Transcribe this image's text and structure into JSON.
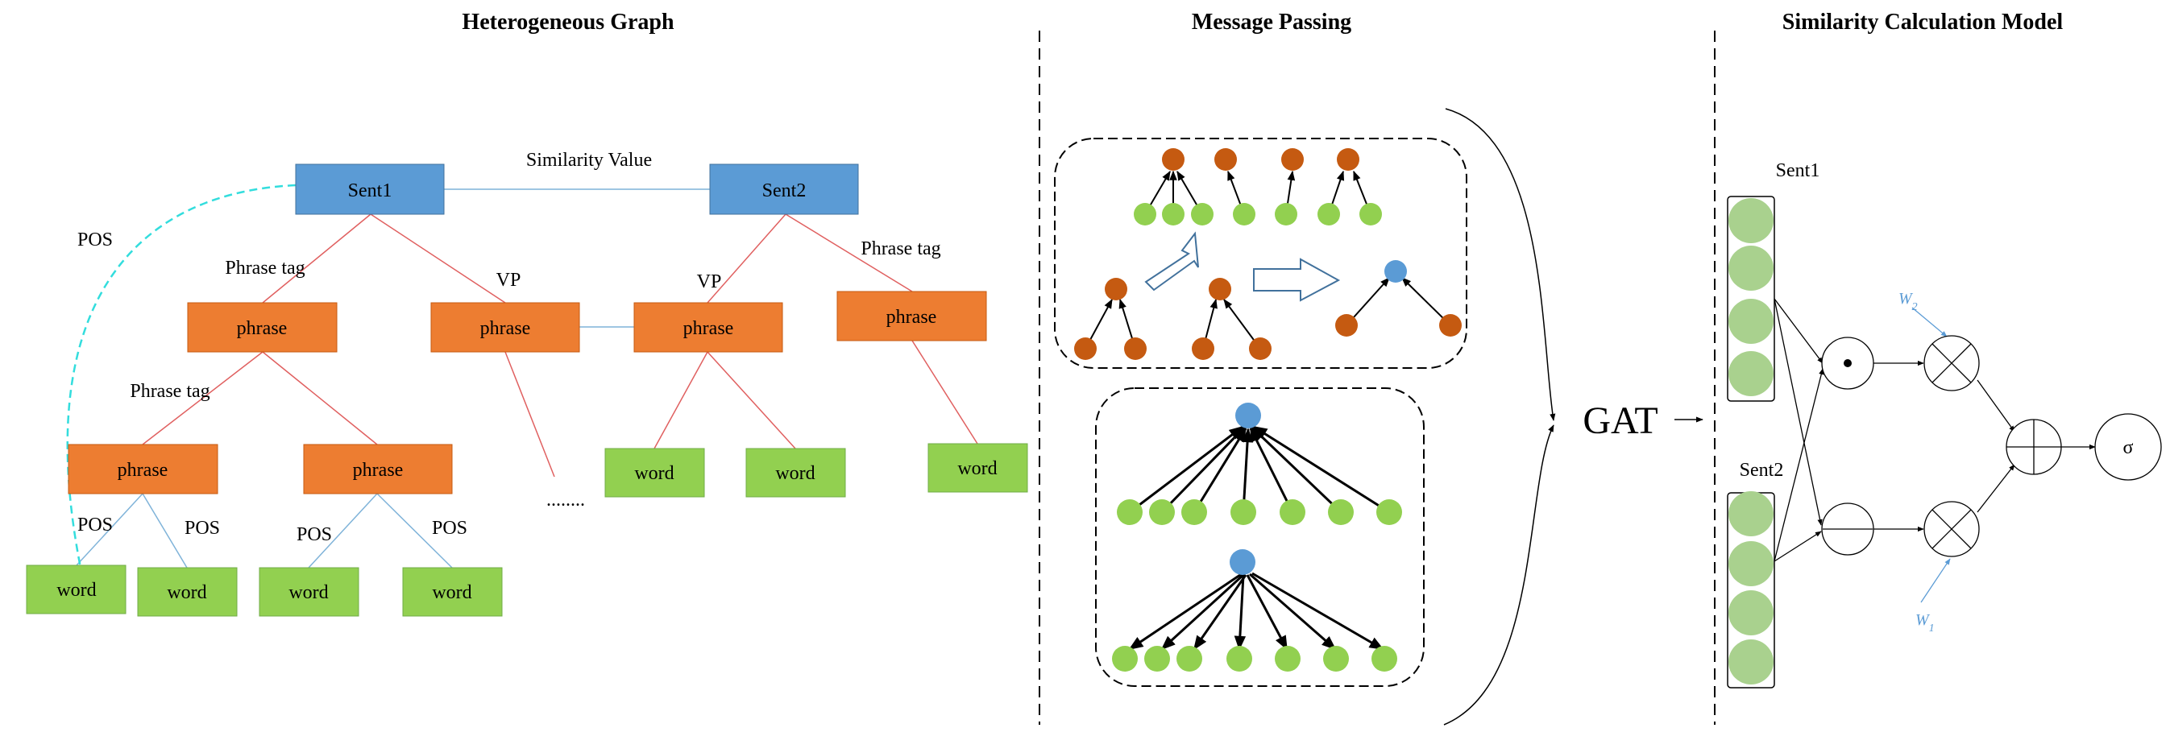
{
  "titles": {
    "hetero": "Heterogeneous Graph",
    "message": "Message Passing",
    "similarity": "Similarity Calculation Model"
  },
  "hetero": {
    "sent1": "Sent1",
    "sent2": "Sent2",
    "similarity_value": "Similarity  Value",
    "pos_curve": "POS",
    "phrase_tag_1": "Phrase tag",
    "vp_left": "VP",
    "vp_right": "VP",
    "phrase_tag_right": "Phrase tag",
    "phrase_tag_2": "Phrase tag",
    "phrase": "phrase",
    "word": "word",
    "pos": "POS",
    "ellipsis": "........"
  },
  "gat": {
    "label": "GAT",
    "arrow": "→"
  },
  "similarity": {
    "sent1": "Sent1",
    "sent2": "Sent2",
    "w2": "W2",
    "w1": "W1",
    "sigma": "σ"
  },
  "colors": {
    "sent_box": "#5b9bd5",
    "phrase_box": "#ed7d31",
    "word_box": "#92d050",
    "tree_line": "#e06060",
    "pos_line": "#7fb3d9",
    "pos_curve": "#33dddd",
    "node_brown": "#c55a11",
    "node_green": "#92d050",
    "node_blue": "#5b9bd5",
    "circle_fill": "#a9d18e"
  }
}
